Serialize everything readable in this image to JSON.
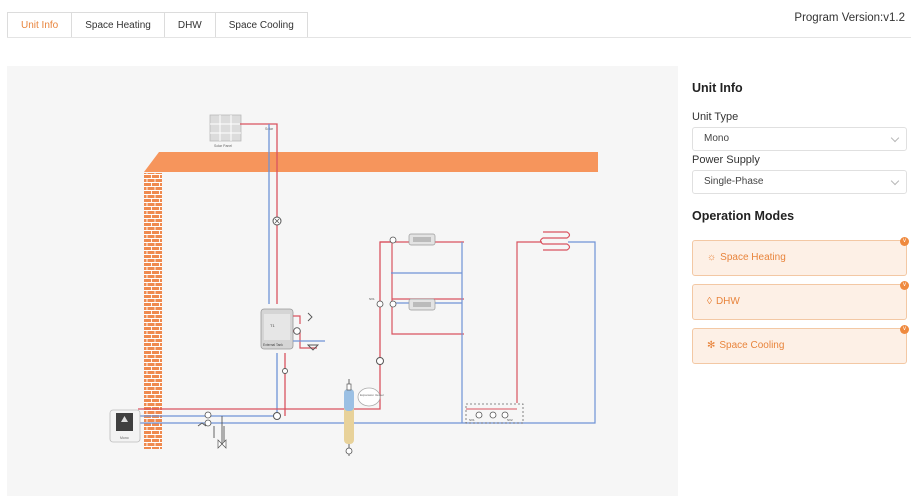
{
  "tabs": [
    {
      "label": "Unit Info",
      "active": true
    },
    {
      "label": "Space Heating",
      "active": false
    },
    {
      "label": "DHW",
      "active": false
    },
    {
      "label": "Space Cooling",
      "active": false
    }
  ],
  "program_version": "Program Version:v1.2",
  "diagram": {
    "labels": {
      "solar_panel": "Solar Panel",
      "solar": "Solar",
      "external_tank": "External Tank",
      "tank_sensor": "T1",
      "expansion_vessel": "Expansion Vessel",
      "sv1": "SV1",
      "sv2": "SV2",
      "mono": "Mono"
    }
  },
  "unit_info": {
    "heading": "Unit Info",
    "unit_type_label": "Unit Type",
    "unit_type_value": "Mono",
    "power_supply_label": "Power Supply",
    "power_supply_value": "Single-Phase"
  },
  "operation_modes": {
    "heading": "Operation Modes",
    "items": [
      {
        "label": "Space Heating",
        "icon": "sun-icon",
        "badge": "v"
      },
      {
        "label": "DHW",
        "icon": "drop-icon",
        "badge": "v"
      },
      {
        "label": "Space Cooling",
        "icon": "snowflake-icon",
        "badge": "v"
      }
    ]
  },
  "colors": {
    "accent": "#e8843c",
    "roof": "#f6955c",
    "brick": "#ef8a4f",
    "hot_pipe": "#d9535f",
    "cold_pipe": "#6f93d6"
  }
}
